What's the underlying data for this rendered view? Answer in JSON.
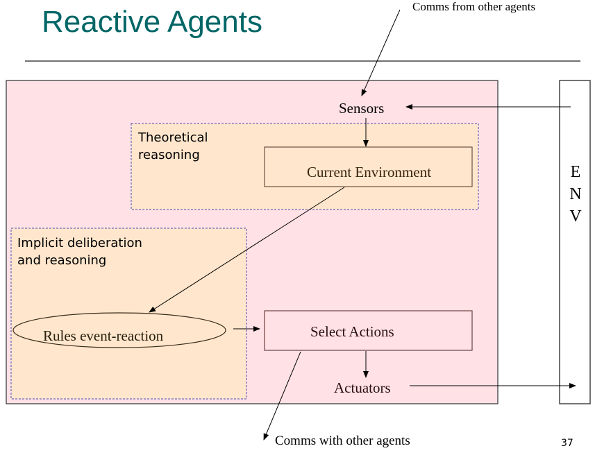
{
  "slide": {
    "title": "Reactive Agents",
    "page_number": "37"
  },
  "diagram": {
    "agent_box": {
      "fill": "#ffe1e6"
    },
    "groups": [
      {
        "id": "theoretical",
        "label_line1": "Theoretical",
        "label_line2": "reasoning",
        "fill": "#ffe6cc",
        "border": "#4a4ab0"
      },
      {
        "id": "implicit",
        "label_line1": "Implicit deliberation",
        "label_line2": "and reasoning",
        "fill": "#ffe6cc",
        "border": "#4a4ab0"
      }
    ],
    "nodes": {
      "sensors": "Sensors",
      "current_environment": "Current Environment",
      "rules": "Rules event-reaction",
      "select_actions": "Select Actions",
      "actuators": "Actuators"
    },
    "env": {
      "letters": [
        "E",
        "N",
        "V"
      ]
    },
    "annotations": {
      "comms_from": "Comms from other agents",
      "comms_with": "Comms with other agents"
    },
    "edges": [
      {
        "from": "comms_from",
        "to": "sensors"
      },
      {
        "from": "env",
        "to": "sensors"
      },
      {
        "from": "sensors",
        "to": "current_environment"
      },
      {
        "from": "current_environment",
        "to": "rules"
      },
      {
        "from": "rules",
        "to": "select_actions"
      },
      {
        "from": "select_actions",
        "to": "actuators"
      },
      {
        "from": "select_actions",
        "to": "comms_with"
      },
      {
        "from": "actuators",
        "to": "env"
      }
    ]
  }
}
